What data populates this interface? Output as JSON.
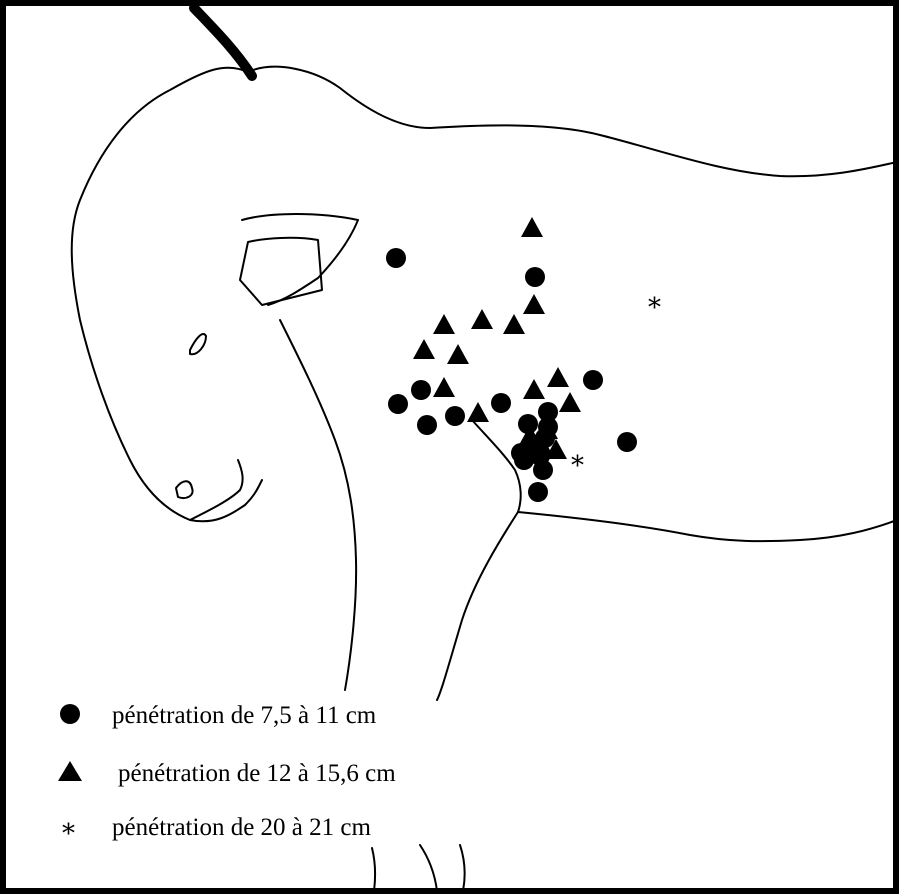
{
  "legend": {
    "items": [
      {
        "symbol": "circle",
        "label": "pénétration de 7,5 à 11 cm"
      },
      {
        "symbol": "triangle",
        "label": "pénétration de 12 à 15,6 cm"
      },
      {
        "symbol": "asterisk",
        "label": "pénétration de 20 à 21 cm"
      }
    ]
  },
  "markers": {
    "circle_count": 19,
    "triangle_count": 16,
    "asterisk_count": 2,
    "asterisk_glyph": "*"
  },
  "colors": {
    "ink": "#000000",
    "background": "#ffffff"
  }
}
